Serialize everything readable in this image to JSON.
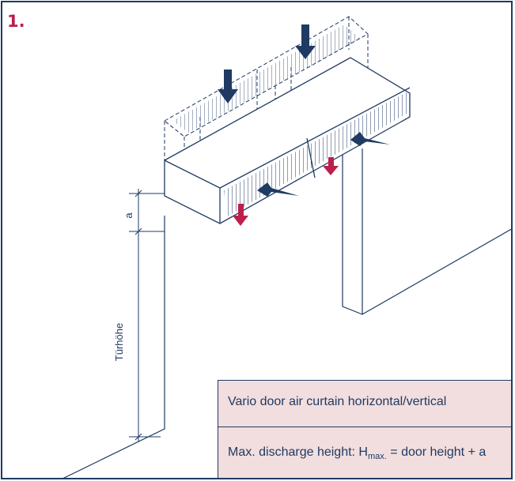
{
  "step_number": "1.",
  "dimension_label_a": "a",
  "dimension_label_height": "Türhöhe",
  "info_box": {
    "title": "Vario door air curtain horizontal/vertical",
    "formula_prefix": "Max. discharge height: H",
    "formula_sub": "max.",
    "formula_suffix": " = door height + a"
  },
  "colors": {
    "line": "#1f3a63",
    "accent": "#bd1f4a",
    "box_fill": "#f2dede"
  }
}
